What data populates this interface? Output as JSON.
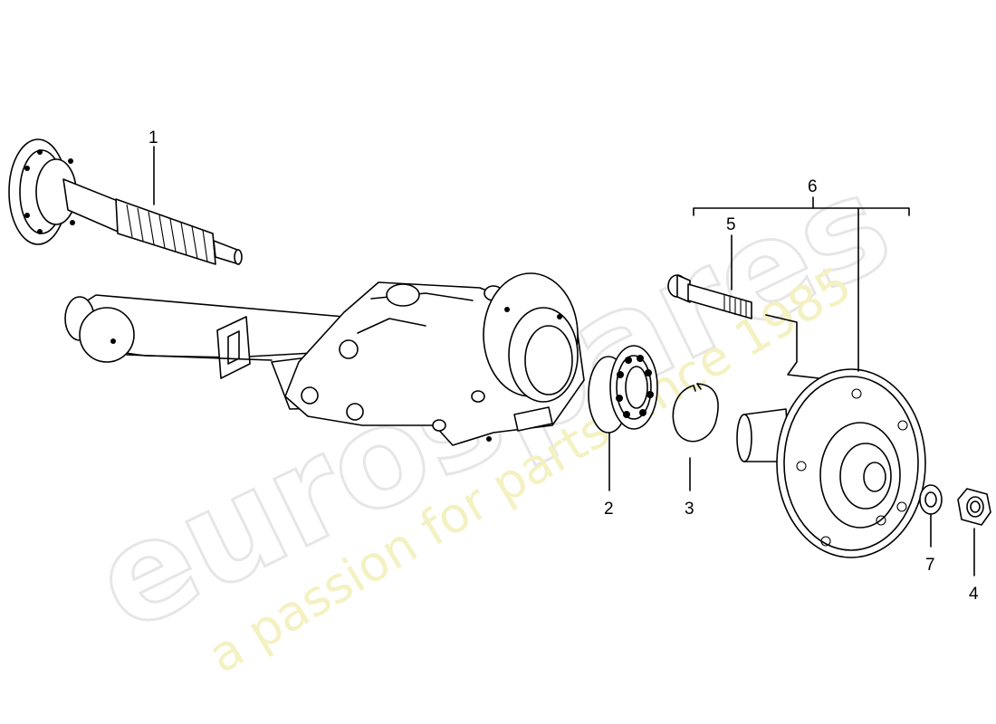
{
  "watermark": {
    "brand": "eurospares",
    "tagline": "a passion for parts since 1985"
  },
  "callouts": [
    {
      "id": "1",
      "label": "1"
    },
    {
      "id": "2",
      "label": "2"
    },
    {
      "id": "3",
      "label": "3"
    },
    {
      "id": "4",
      "label": "4"
    },
    {
      "id": "5",
      "label": "5"
    },
    {
      "id": "6",
      "label": "6"
    },
    {
      "id": "7",
      "label": "7"
    }
  ]
}
